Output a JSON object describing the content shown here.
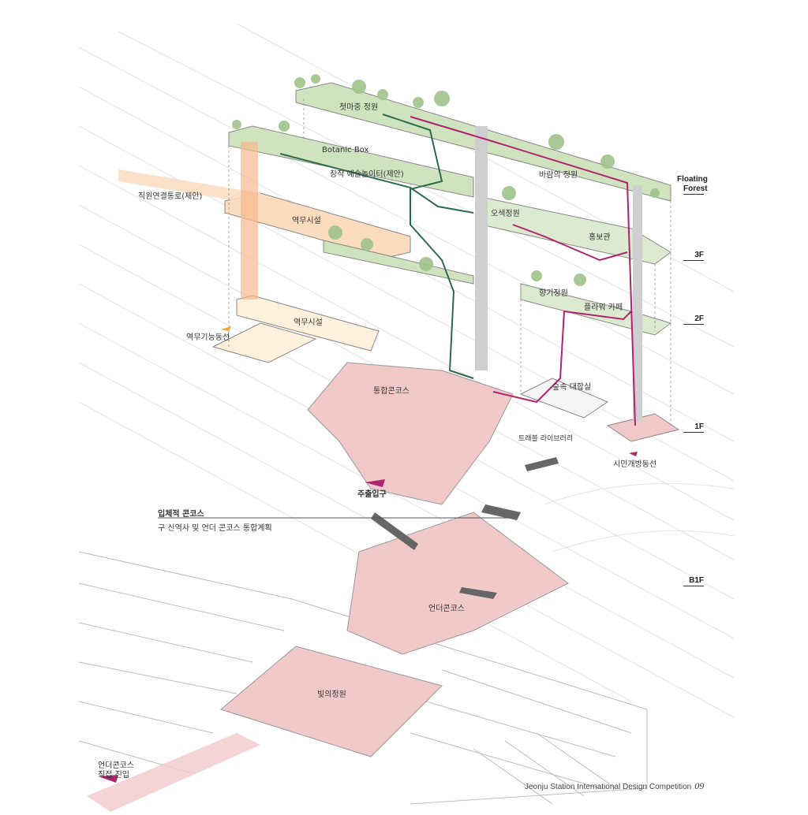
{
  "colors": {
    "green_route": "#2e6b4a",
    "magenta_route": "#b0246f",
    "concourse_pink": "#f1c9c9",
    "garden_green": "#cfe3bf",
    "orange_wall": "#f6b88c",
    "level_line": "#333333"
  },
  "labels": {
    "first_kiss_garden": "첫마중 정원",
    "botanic_box": "Botanic Box",
    "art_playground": "창작 예술놀이터(제안)",
    "staff_passage": "직원연결통로(제안)",
    "station_facility_upper": "역무시설",
    "wind_garden": "바람의 정원",
    "five_color_garden": "오색정원",
    "promo_hall": "홍보관",
    "scent_garden": "향기정원",
    "flower_cafe": "플라워 카페",
    "station_facility_lower": "역무시설",
    "station_func_route": "역무기능동선",
    "integrated_concourse": "통합콘코스",
    "forest_waiting": "숲속 대합실",
    "travel_library": "트래블 라이브러리",
    "citizen_route": "시민개방동선",
    "main_entrance": "주출입구",
    "volumetric_concourse": "입체적 콘코스",
    "volumetric_desc": "구 신역사 및 언더 콘코스 통합계획",
    "under_concourse": "언더콘코스",
    "light_garden": "빛의정원",
    "under_direct_1": "언더콘코스",
    "under_direct_2": "직접 진입"
  },
  "levels": {
    "floating_1": "Floating",
    "floating_2": "Forest",
    "l3": "3F",
    "l2": "2F",
    "l1": "1F",
    "b1": "B1F"
  },
  "footer": {
    "title": "Jeonju Station International Design Competition",
    "page": "09"
  }
}
